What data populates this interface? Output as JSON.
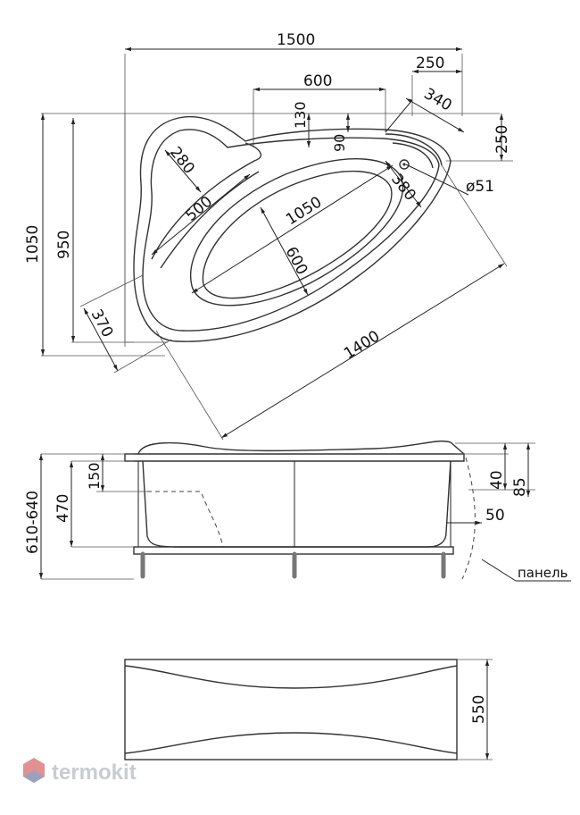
{
  "top_view": {
    "overall_width": "1500",
    "edge_250_top": "250",
    "tray_600": "600",
    "diag_340": "340",
    "depth_130": "130",
    "depth_90": "90",
    "right_250": "250",
    "left_280": "280",
    "inner_500": "500",
    "bowl_1050": "1050",
    "bowl_600": "600",
    "corner_380": "380",
    "drain_d51": "ø51",
    "height_1050": "1050",
    "height_950": "950",
    "left_370": "370",
    "diag_1400": "1400"
  },
  "side_view": {
    "total_height": "610-640",
    "body_height": "470",
    "depth_150": "150",
    "rim_40": "40",
    "rim_85": "85",
    "offset_50": "50",
    "panel_label": "панель"
  },
  "panel_view": {
    "height_550": "550"
  },
  "brand": {
    "name": "termokit",
    "accent_color": "#d96b6b"
  }
}
